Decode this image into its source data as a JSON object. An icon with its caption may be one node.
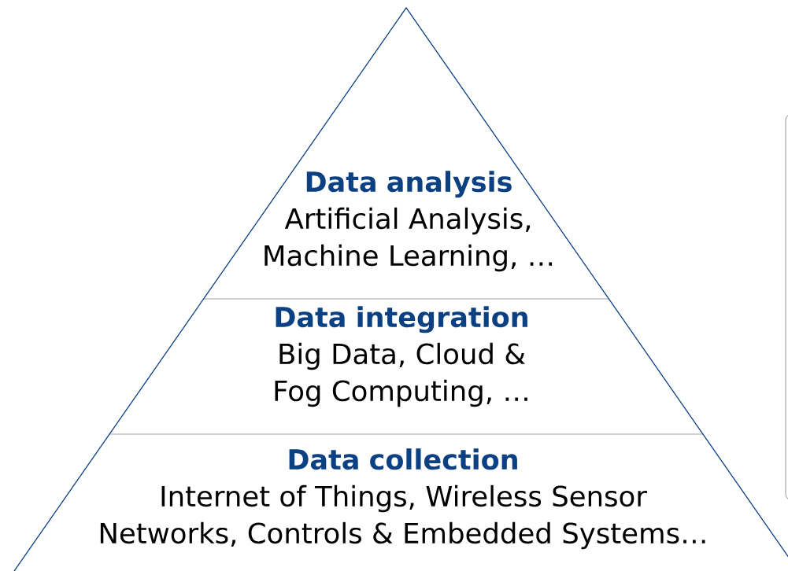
{
  "diagram": {
    "nodes": [
      {
        "text": [],
        "shape": "triangle"
      },
      {
        "text": [
          "Data analysis",
          "Artificial Analysis, Machine Learning, …"
        ],
        "in": 0
      },
      {
        "text": [
          "Data integration",
          "Big Data, Cloud & Fog Computing, …"
        ],
        "in": 0
      },
      {
        "text": [
          "Data collection",
          "Internet of Things, Wireless Sensor Networks, Controls & Embedded Systems…"
        ],
        "in": 0
      }
    ]
  }
}
